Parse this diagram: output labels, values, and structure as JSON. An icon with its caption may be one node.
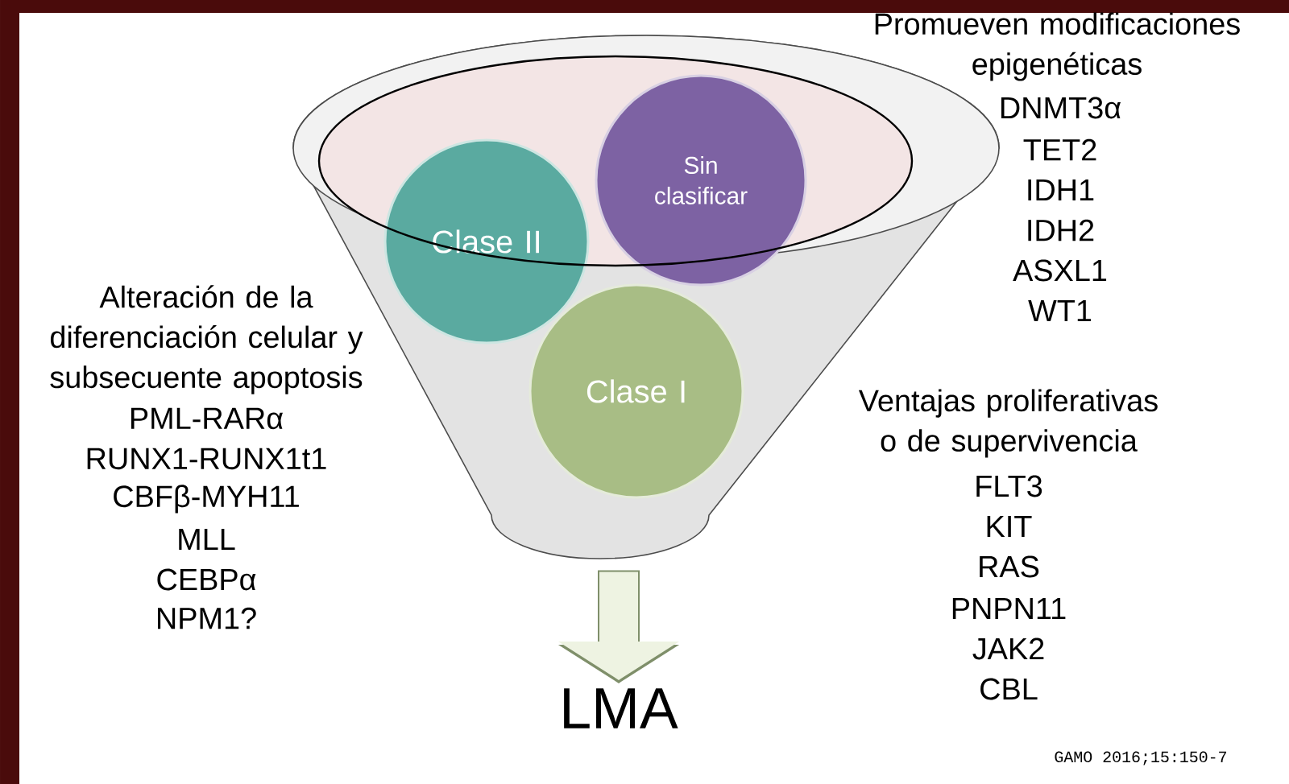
{
  "diagram": {
    "nodes": [
      {
        "text": [],
        "shape": "funnel"
      },
      {
        "text": [
          "Clase II"
        ],
        "in": 0
      },
      {
        "text": [
          "Sin clasificar"
        ],
        "in": 0
      },
      {
        "text": [
          "Clase I"
        ],
        "in": 0
      },
      {
        "text": [
          "LMA"
        ]
      }
    ],
    "edges": [
      {
        "from": 0,
        "to": 4,
        "arrow": "to"
      }
    ],
    "labels": [
      "Promueven modificaciones epigenéticas",
      "DNMT3α",
      "TET2",
      "IDH1",
      "IDH2",
      "ASXL1",
      "WT1",
      "Alteración de la diferenciación celular y subsecuente apoptosis",
      "PML-RARα",
      "RUNX1-RUNX1t1",
      "CBFβ-MYH11",
      "MLL",
      "CEBPα",
      "NPM1?",
      "Ventajas proliferativas o de supervivencia",
      "FLT3",
      "KIT",
      "RAS",
      "PNPN11",
      "JAK2",
      "CBL",
      "GAMO 2016;15:150-7"
    ]
  }
}
